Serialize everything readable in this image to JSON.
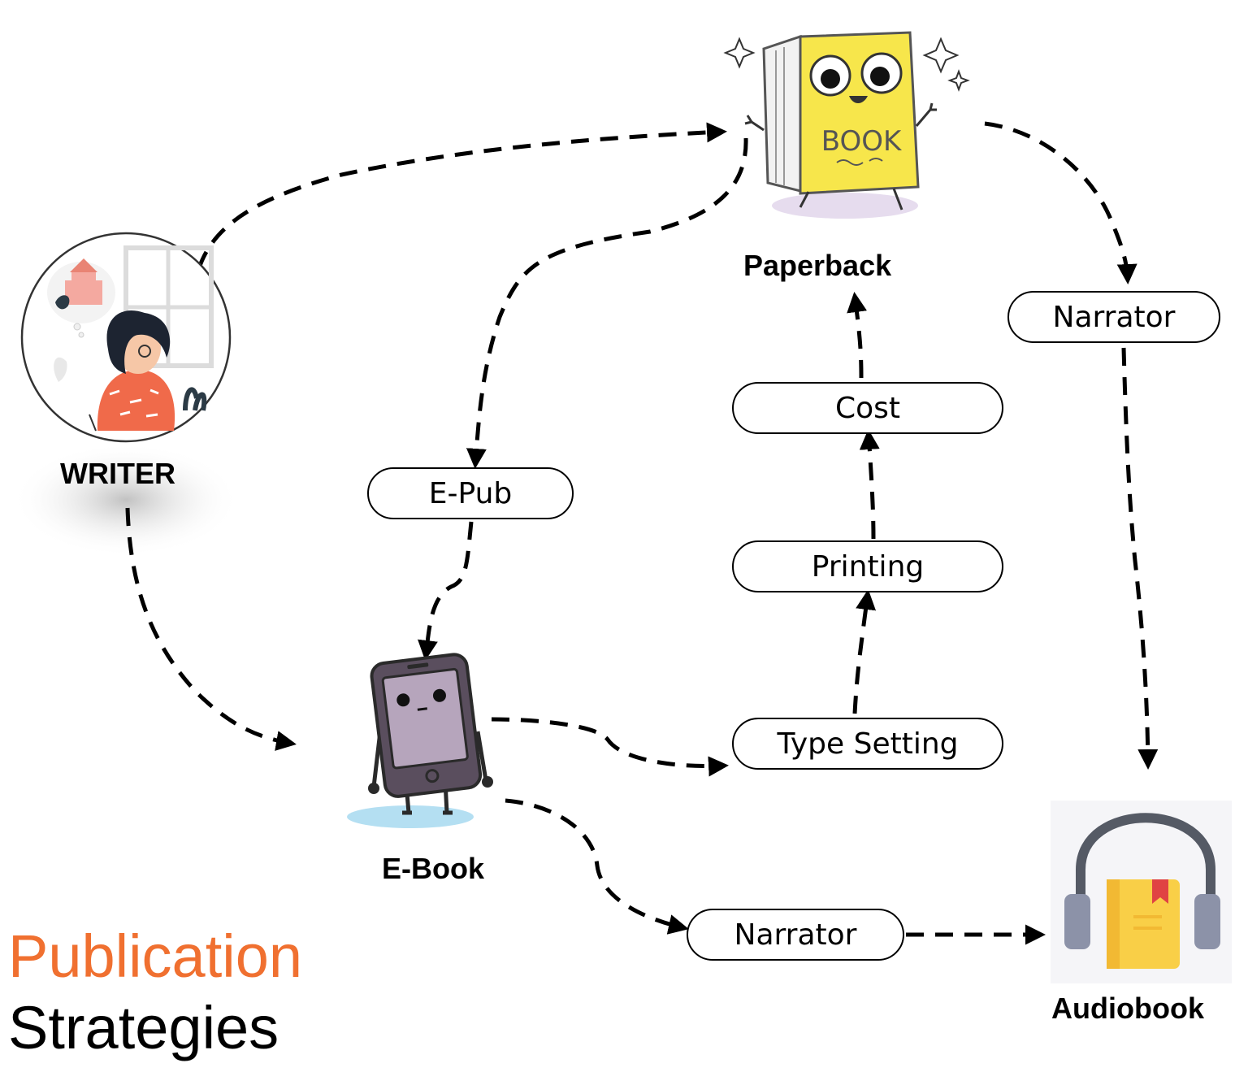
{
  "nodes": {
    "writer": "WRITER",
    "paperback": "Paperback",
    "ebook": "E-Book",
    "audiobook": "Audiobook"
  },
  "steps": {
    "epub": "E-Pub",
    "cost": "Cost",
    "printing": "Printing",
    "type_setting": "Type Setting",
    "narrator_top": "Narrator",
    "narrator_bottom": "Narrator"
  },
  "title": {
    "line1": "Publication",
    "line2": "Strategies"
  },
  "colors": {
    "title_accent": "#F07030",
    "title_dark": "#000000",
    "book_yellow": "#F7E64B",
    "phone_body": "#5A4E5E",
    "phone_screen": "#B6A5BC",
    "audio_book": "#F9CF47",
    "headphones": "#555A65",
    "shirt_orange": "#F06A4A"
  },
  "icons": {
    "writer": "writer-illustration-icon",
    "paperback": "paperback-book-character-icon",
    "ebook": "ebook-reader-character-icon",
    "audiobook": "headphones-book-icon"
  }
}
